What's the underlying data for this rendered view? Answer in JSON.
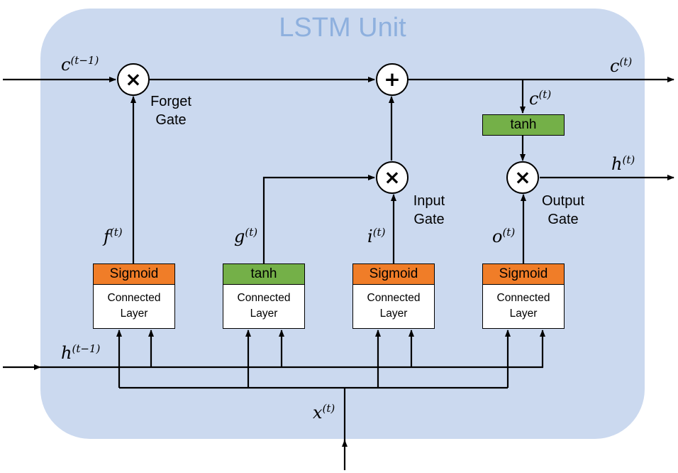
{
  "title": "LSTM Unit",
  "operators": {
    "forget_multiply": "×",
    "cell_add": "+",
    "input_multiply": "×",
    "output_multiply": "×"
  },
  "gates": {
    "forget": {
      "line1": "Forget",
      "line2": "Gate"
    },
    "input": {
      "line1": "Input",
      "line2": "Gate"
    },
    "output": {
      "line1": "Output",
      "line2": "Gate"
    }
  },
  "blocks": [
    {
      "activation": "Sigmoid",
      "line1": "Connected",
      "line2": "Layer"
    },
    {
      "activation": "tanh",
      "line1": "Connected",
      "line2": "Layer"
    },
    {
      "activation": "Sigmoid",
      "line1": "Connected",
      "line2": "Layer"
    },
    {
      "activation": "Sigmoid",
      "line1": "Connected",
      "line2": "Layer"
    }
  ],
  "cell_tanh": "tanh",
  "variables": {
    "c_prev": {
      "base": "c",
      "sup": "(t−1)"
    },
    "c_out": {
      "base": "c",
      "sup": "(t)"
    },
    "c_inner": {
      "base": "c",
      "sup": "(t)"
    },
    "h_out": {
      "base": "h",
      "sup": "(t)"
    },
    "h_prev": {
      "base": "h",
      "sup": "(t−1)"
    },
    "x_in": {
      "base": "x",
      "sup": "(t)"
    },
    "f": {
      "base": "f",
      "sup": "(t)"
    },
    "g": {
      "base": "g",
      "sup": "(t)"
    },
    "i": {
      "base": "i",
      "sup": "(t)"
    },
    "o": {
      "base": "o",
      "sup": "(t)"
    }
  },
  "colors": {
    "background": "#cbd9ef",
    "title": "#8eb0de",
    "sigmoid": "#f07d28",
    "tanh": "#74b048",
    "line": "#000000"
  }
}
